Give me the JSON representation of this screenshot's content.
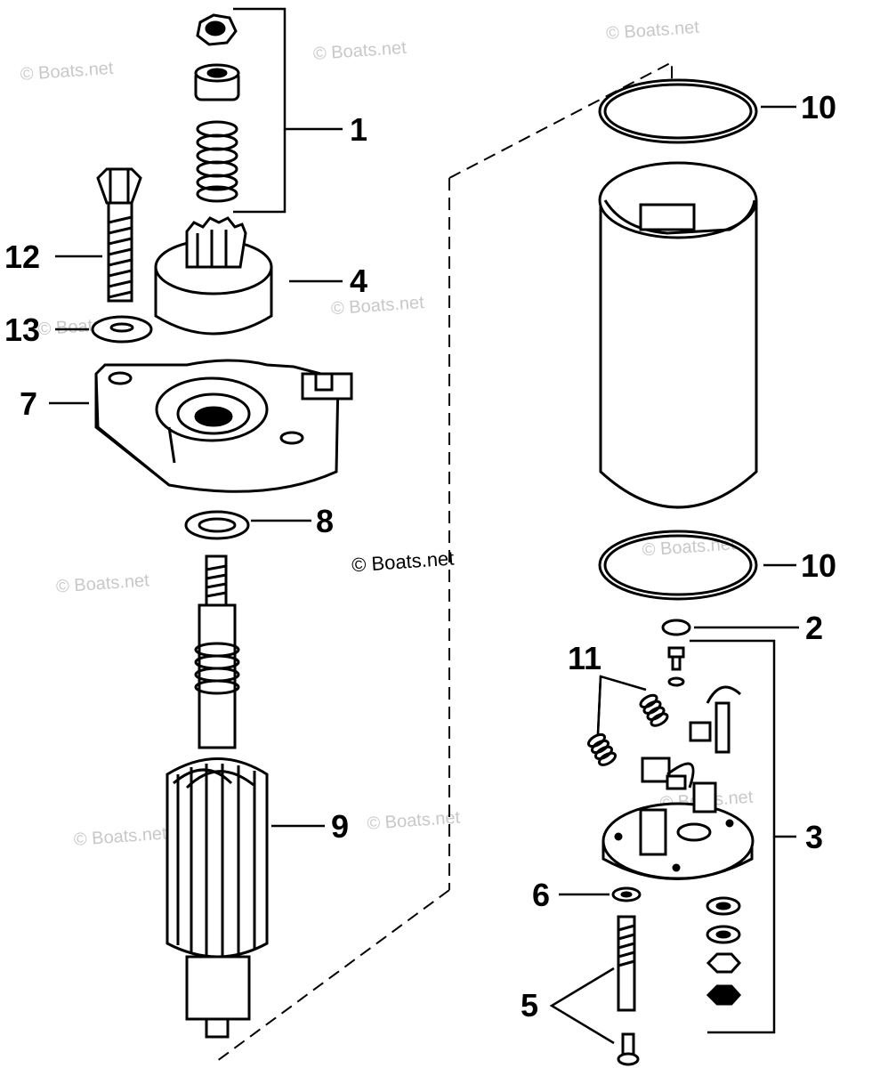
{
  "watermark": "© Boats.net",
  "callouts": {
    "c1": "1",
    "c2": "2",
    "c3": "3",
    "c4": "4",
    "c5": "5",
    "c6": "6",
    "c7": "7",
    "c8": "8",
    "c9": "9",
    "c10a": "10",
    "c10b": "10",
    "c11": "11",
    "c12": "12",
    "c13": "13"
  },
  "colors": {
    "line": "#000000",
    "watermark": "#c8c8c8",
    "background": "#ffffff"
  }
}
